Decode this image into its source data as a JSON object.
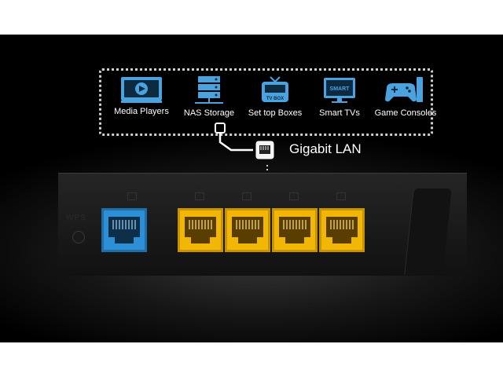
{
  "devices": [
    {
      "label": "Media Players",
      "icon": "media-player-icon"
    },
    {
      "label": "NAS Storage",
      "icon": "nas-storage-icon"
    },
    {
      "label": "Set top Boxes",
      "icon": "tv-box-icon"
    },
    {
      "label": "Smart TVs",
      "icon": "smart-tv-icon"
    },
    {
      "label": "Game Consoles",
      "icon": "game-console-icon"
    }
  ],
  "icon_text": {
    "tv_box": "TV BOX",
    "smart": "SMART"
  },
  "lan_label": "Gigabit LAN",
  "router_label": "WPS",
  "colors": {
    "background": "#000000",
    "icon_blue": "#4aa3df",
    "wan_port": "#2d8fd6",
    "lan_port": "#f2b705",
    "text": "#ffffff"
  }
}
